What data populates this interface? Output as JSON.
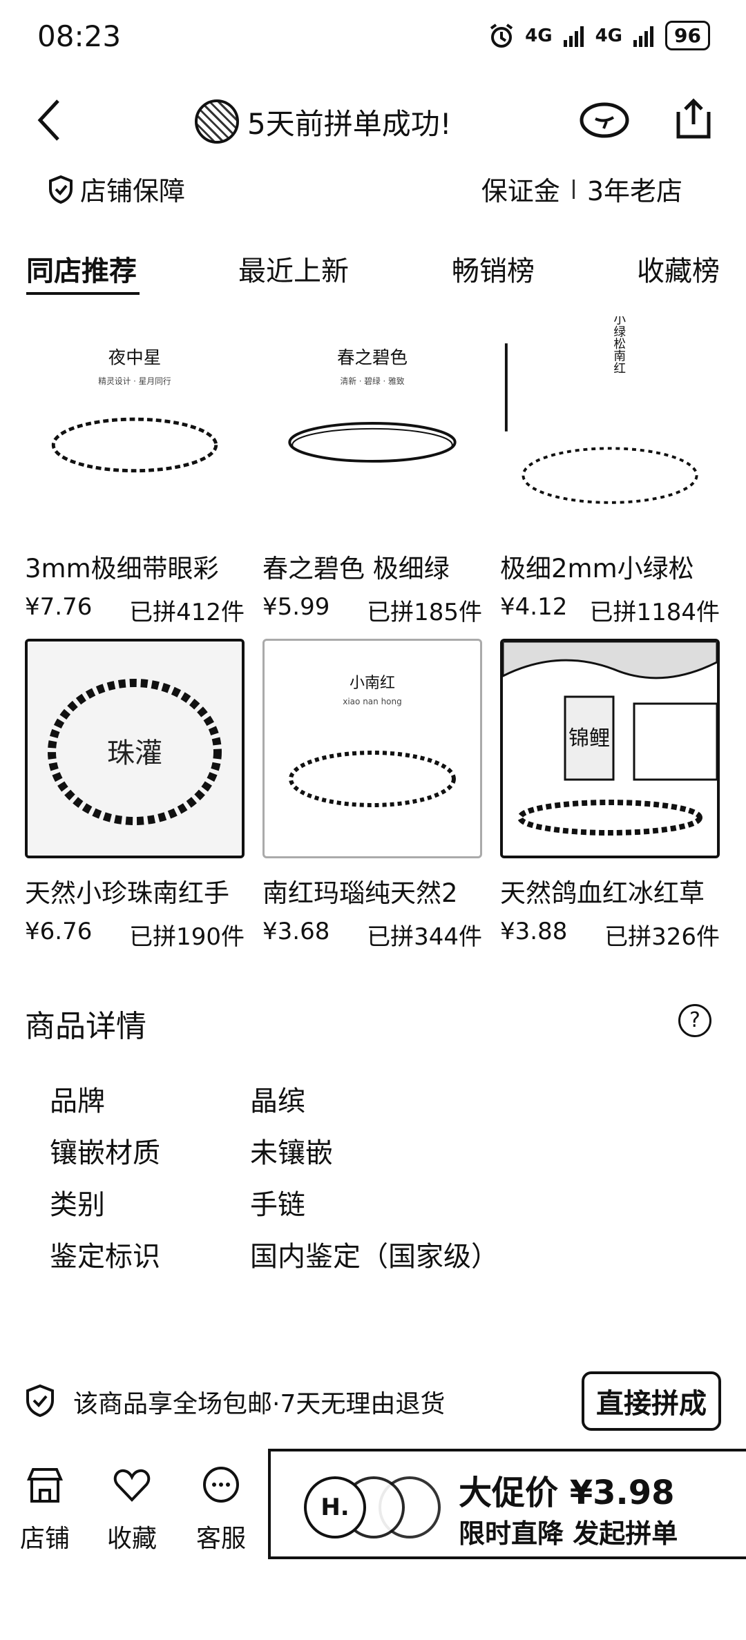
{
  "status_bar": {
    "time": "08:23",
    "network_1": "4G",
    "network_2": "4G",
    "battery": "96"
  },
  "nav": {
    "title": "5天前拼单成功!"
  },
  "store": {
    "guarantee": "店铺保障",
    "deposit": "保证金",
    "age": "3年老店"
  },
  "tabs": [
    "同店推荐",
    "最近上新",
    "畅销榜",
    "收藏榜"
  ],
  "products": [
    {
      "name": "3mm极细带眼彩",
      "price": "¥7.76",
      "sold": "已拼412件",
      "image_title": "夜中星",
      "image_sub": "精灵设计 · 星月同行"
    },
    {
      "name": "春之碧色 极细绿",
      "price": "¥5.99",
      "sold": "已拼185件",
      "image_title": "春之碧色",
      "image_sub": "清新 · 碧绿 · 雅致"
    },
    {
      "name": "极细2mm小绿松",
      "price": "¥4.12",
      "sold": "已拼1184件",
      "image_title": "小绿松南红",
      "image_sub": ""
    },
    {
      "name": "天然小珍珠南红手",
      "price": "¥6.76",
      "sold": "已拼190件",
      "image_title": "珠灌",
      "image_sub": ""
    },
    {
      "name": "南红玛瑙纯天然2",
      "price": "¥3.68",
      "sold": "已拼344件",
      "image_title": "小南红",
      "image_sub": "xiao nan hong"
    },
    {
      "name": "天然鸽血红冰红草",
      "price": "¥3.88",
      "sold": "已拼326件",
      "image_title": "锦鲤",
      "image_sub": ""
    }
  ],
  "details": {
    "title": "商品详情",
    "rows": [
      {
        "key": "品牌",
        "value": "晶缤"
      },
      {
        "key": "镶嵌材质",
        "value": "未镶嵌"
      },
      {
        "key": "类别",
        "value": "手链"
      },
      {
        "key": "鉴定标识",
        "value": "国内鉴定（国家级）"
      }
    ]
  },
  "promo": {
    "text": "该商品享全场包邮·7天无理由退货",
    "button": "直接拼成"
  },
  "bottom_bar": {
    "store": "店铺",
    "favorite": "收藏",
    "service": "客服",
    "price_line": "大促价 ¥3.98",
    "sub_line": "限时直降 发起拼单",
    "coin_label": "H."
  }
}
